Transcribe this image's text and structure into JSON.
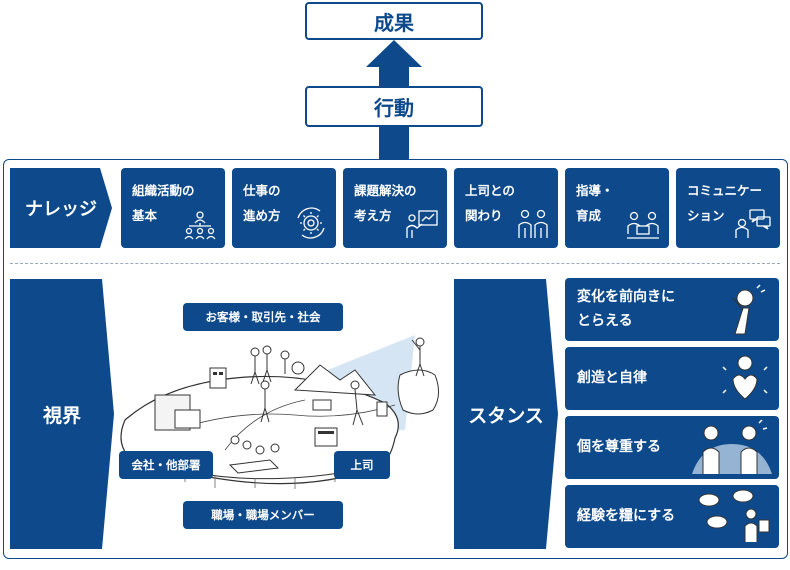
{
  "top": {
    "result": "成果",
    "action": "行動"
  },
  "knowledge": {
    "tag": "ナレッジ",
    "cards": [
      {
        "label": "組織活動の\n基本",
        "icon": "org-chart-icon"
      },
      {
        "label": "仕事の\n進め方",
        "icon": "gear-cycle-icon"
      },
      {
        "label": "課題解決の\n考え方",
        "icon": "presentation-board-icon"
      },
      {
        "label": "上司との\n関わり",
        "icon": "two-people-icon"
      },
      {
        "label": "指導・\n育成",
        "icon": "mentoring-icon"
      },
      {
        "label": "コミュニケー\nション",
        "icon": "chat-bubbles-icon"
      }
    ]
  },
  "vision": {
    "tag": "視界",
    "labels": {
      "customers": "お客様・取引先・社会",
      "company": "会社・他部署",
      "boss": "上司",
      "workplace": "職場・職場メンバー"
    }
  },
  "stance": {
    "tag": "スタンス",
    "cards": [
      {
        "label": "変化を前向きに\nとらえる",
        "icon": "thinking-person-icon"
      },
      {
        "label": "創造と自律",
        "icon": "heart-person-icon"
      },
      {
        "label": "個を尊重する",
        "icon": "two-persons-respect-icon"
      },
      {
        "label": "経験を糧にする",
        "icon": "reflection-person-icon"
      }
    ]
  },
  "colors": {
    "primary": "#0e4a8b",
    "card": "#0e4a8b",
    "light": "#cfe0f1",
    "border": "#0e4a8b"
  }
}
